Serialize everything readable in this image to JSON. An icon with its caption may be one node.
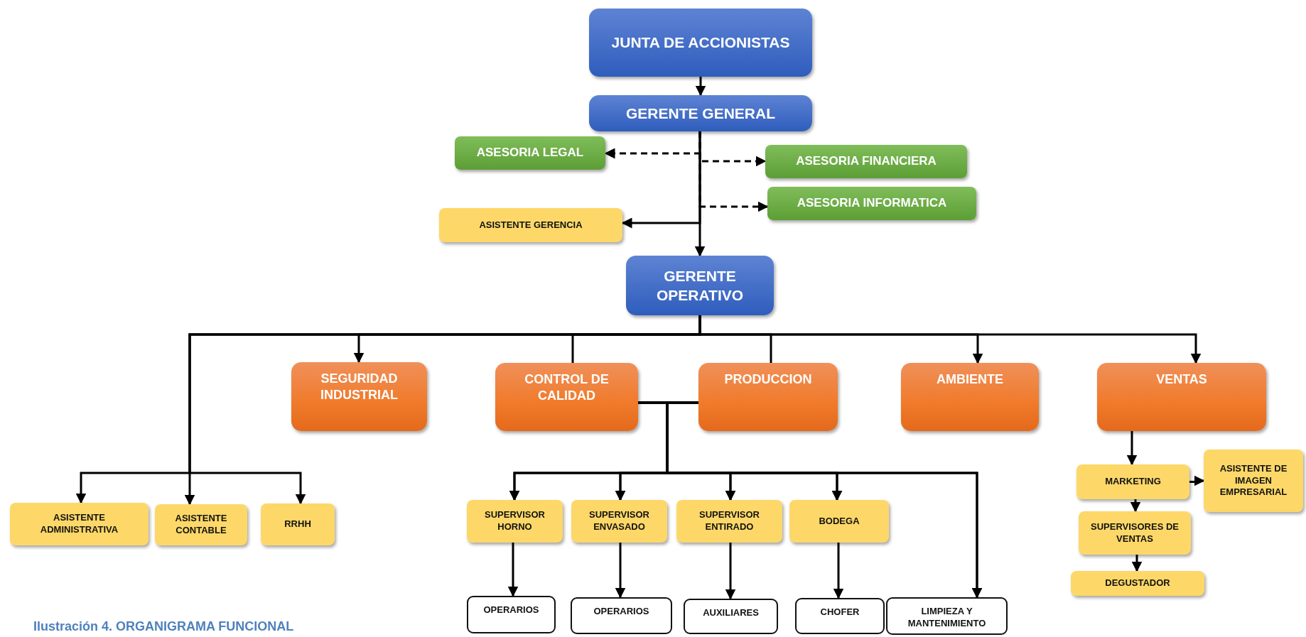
{
  "diagram": {
    "caption": "Ilustración 4. ORGANIGRAMA FUNCIONAL",
    "nodes": [
      {
        "text": [
          "JUNTA DE ACCIONISTAS"
        ]
      },
      {
        "text": [
          "GERENTE GENERAL"
        ]
      },
      {
        "text": [
          "ASESORIA LEGAL"
        ]
      },
      {
        "text": [
          "ASESORIA FINANCIERA"
        ]
      },
      {
        "text": [
          "ASESORIA INFORMATICA"
        ]
      },
      {
        "text": [
          "ASISTENTE GERENCIA"
        ]
      },
      {
        "text": [
          "GERENTE OPERATIVO"
        ]
      },
      {
        "text": [
          "SEGURIDAD INDUSTRIAL"
        ]
      },
      {
        "text": [
          "CONTROL DE CALIDAD"
        ]
      },
      {
        "text": [
          "PRODUCCION"
        ]
      },
      {
        "text": [
          "AMBIENTE"
        ]
      },
      {
        "text": [
          "VENTAS"
        ]
      },
      {
        "text": [
          "ASISTENTE ADMINISTRATIVA"
        ]
      },
      {
        "text": [
          "ASISTENTE CONTABLE"
        ]
      },
      {
        "text": [
          "RRHH"
        ]
      },
      {
        "text": [
          "SUPERVISOR HORNO"
        ]
      },
      {
        "text": [
          "SUPERVISOR ENVASADO"
        ]
      },
      {
        "text": [
          "SUPERVISOR ENTIRADO"
        ]
      },
      {
        "text": [
          "BODEGA"
        ]
      },
      {
        "text": [
          "OPERARIOS"
        ]
      },
      {
        "text": [
          "OPERARIOS"
        ]
      },
      {
        "text": [
          "AUXILIARES"
        ]
      },
      {
        "text": [
          "CHOFER"
        ]
      },
      {
        "text": [
          "LIMPIEZA Y MANTENIMIENTO"
        ]
      },
      {
        "text": [
          "MARKETING"
        ]
      },
      {
        "text": [
          "ASISTENTE DE IMAGEN EMPRESARIAL"
        ]
      },
      {
        "text": [
          "SUPERVISORES DE VENTAS"
        ]
      },
      {
        "text": [
          "DEGUSTADOR"
        ]
      }
    ],
    "edges": [
      {
        "from": 0,
        "to": 1,
        "arrow": "to"
      },
      {
        "from": 1,
        "to": 2,
        "arrow": "to",
        "style": "dashed"
      },
      {
        "from": 1,
        "to": 3,
        "arrow": "to",
        "style": "dashed"
      },
      {
        "from": 1,
        "to": 4,
        "arrow": "to",
        "style": "dashed"
      },
      {
        "from": 1,
        "to": 5,
        "arrow": "to"
      },
      {
        "from": 1,
        "to": 6,
        "arrow": "to"
      },
      {
        "from": 6,
        "to": 7,
        "arrow": "to"
      },
      {
        "from": 6,
        "to": 8,
        "arrow": "none"
      },
      {
        "from": 6,
        "to": 9,
        "arrow": "none"
      },
      {
        "from": 6,
        "to": 10,
        "arrow": "to"
      },
      {
        "from": 6,
        "to": 11,
        "arrow": "to"
      },
      {
        "from": 6,
        "to": 12,
        "arrow": "to"
      },
      {
        "from": 6,
        "to": 13,
        "arrow": "to"
      },
      {
        "from": 6,
        "to": 14,
        "arrow": "to"
      },
      {
        "from": 8,
        "to": 15,
        "arrow": "to"
      },
      {
        "from": 8,
        "to": 16,
        "arrow": "to"
      },
      {
        "from": 8,
        "to": 17,
        "arrow": "to"
      },
      {
        "from": 8,
        "to": 18,
        "arrow": "to"
      },
      {
        "from": 8,
        "to": 23,
        "arrow": "to"
      },
      {
        "from": 9,
        "to": 15,
        "arrow": "to"
      },
      {
        "from": 9,
        "to": 16,
        "arrow": "to"
      },
      {
        "from": 9,
        "to": 17,
        "arrow": "to"
      },
      {
        "from": 9,
        "to": 18,
        "arrow": "to"
      },
      {
        "from": 9,
        "to": 23,
        "arrow": "to"
      },
      {
        "from": 15,
        "to": 19,
        "arrow": "to"
      },
      {
        "from": 16,
        "to": 20,
        "arrow": "to"
      },
      {
        "from": 17,
        "to": 21,
        "arrow": "to"
      },
      {
        "from": 18,
        "to": 22,
        "arrow": "to"
      },
      {
        "from": 11,
        "to": 24,
        "arrow": "to"
      },
      {
        "from": 24,
        "to": 25,
        "arrow": "to"
      },
      {
        "from": 24,
        "to": 26,
        "arrow": "to"
      },
      {
        "from": 26,
        "to": 27,
        "arrow": "to"
      }
    ]
  }
}
